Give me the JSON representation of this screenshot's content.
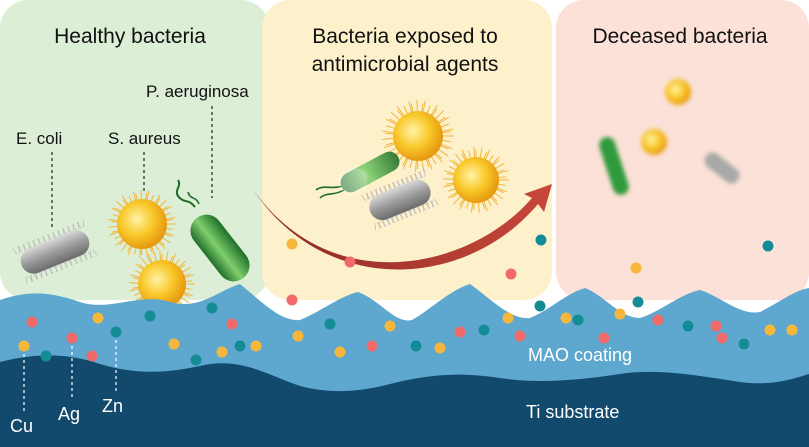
{
  "panels": [
    {
      "title": "Healthy bacteria",
      "color": "#dcefd6"
    },
    {
      "title_line1": "Bacteria exposed to",
      "title_line2": "antimicrobial agents",
      "color": "#fdf1cb"
    },
    {
      "title": "Deceased bacteria",
      "color": "#fbe1d7"
    }
  ],
  "bacteria_labels": {
    "e_coli": "E. coli",
    "s_aureus": "S. aureus",
    "p_aeruginosa": "P. aeruginosa"
  },
  "ion_labels": {
    "cu": "Cu",
    "ag": "Ag",
    "zn": "Zn"
  },
  "layers": {
    "coating": "MAO coating",
    "substrate": "Ti substrate"
  },
  "colors": {
    "coating": "#5ea8cf",
    "substrate": "#124a6d",
    "cu_particle": "#f6b73c",
    "ag_particle": "#f06a6a",
    "zn_particle": "#148c96",
    "arrow": "#a9352c",
    "s_aureus": "#f7b928",
    "p_aeruginosa": "#2e9a3b",
    "e_coli": "#9a9a9a"
  }
}
